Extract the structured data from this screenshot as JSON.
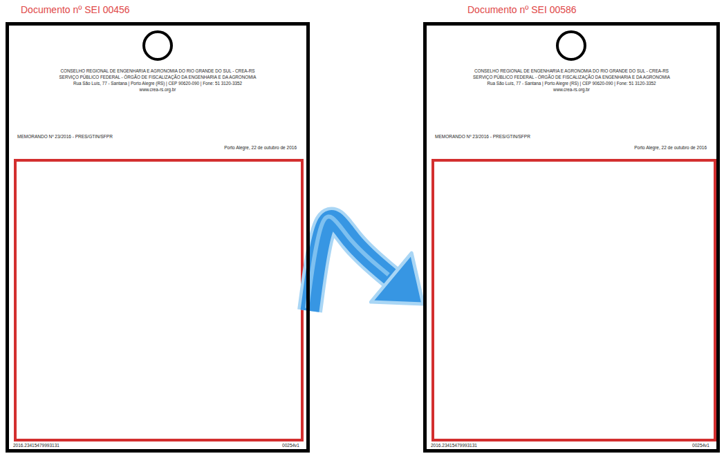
{
  "diagram": {
    "nodes": [
      {
        "text": [
          "Documento nº SEI 00456",
          "CONSELHO REGIONAL DE ENGENHARIA E AGRONOMIA DO RIO GRANDE DO SUL - CREA-RS",
          "SERVIÇO PÚBLICO FEDERAL - ÓRGÃO DE FISCALIZAÇÃO DA ENGENHARIA E DA AGRONOMIA",
          "Rua São Luís, 77 - Santana | Porto Alegre (RS) | CEP 90620-090 | Fone: 51 3120-3352",
          "www.crea-rs.org.br",
          "MEMORANDO Nº 23/2016 - PRES/GTIN/SFPR",
          "Porto Alegre, 22 de outubro de 2016",
          "2016.23415479993131",
          "00254v1"
        ]
      },
      {
        "text": [
          "Documento nº SEI 00586",
          "CONSELHO REGIONAL DE ENGENHARIA E AGRONOMIA DO RIO GRANDE DO SUL - CREA-RS",
          "SERVIÇO PÚBLICO FEDERAL - ÓRGÃO DE FISCALIZAÇÃO DA ENGENHARIA E DA AGRONOMIA",
          "Rua São Luís, 77 - Santana | Porto Alegre (RS) | CEP 90620-090 | Fone: 51 3120-3352",
          "www.crea-rs.org.br",
          "MEMORANDO Nº 23/2016 - PRES/GTIN/SFPR",
          "Porto Alegre, 22 de outubro de 2016",
          "2016.23415479993131",
          "00254v1"
        ]
      }
    ],
    "edges": [
      {
        "from": 0,
        "to": 1,
        "arrow": "to"
      }
    ]
  }
}
